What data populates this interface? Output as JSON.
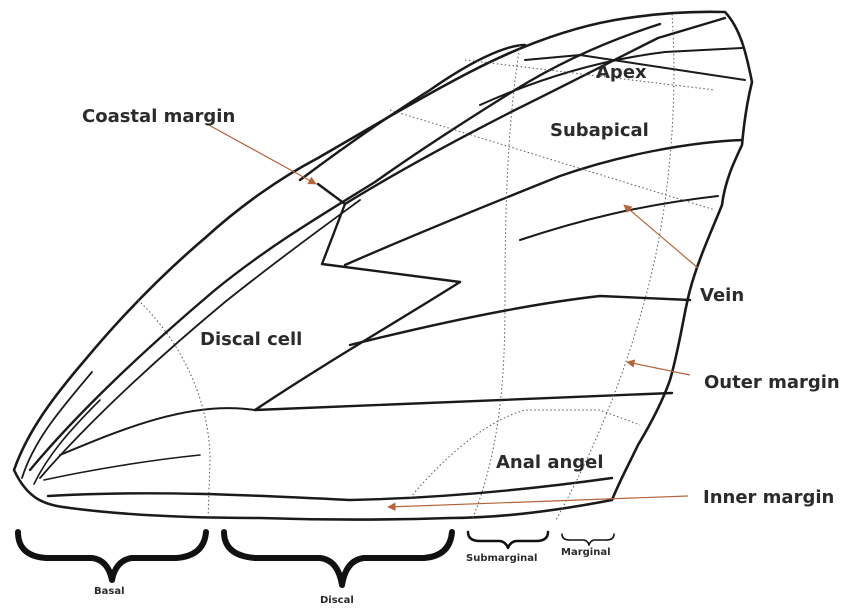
{
  "labels": {
    "coastal_margin": "Coastal margin",
    "apex": "Apex",
    "subapical": "Subapical",
    "vein": "Vein",
    "discal_cell": "Discal cell",
    "outer_margin": "Outer margin",
    "anal_angel": "Anal angel",
    "inner_margin": "Inner margin"
  },
  "zones": {
    "basal": "Basal",
    "discal": "Discal",
    "submarginal": "Submarginal",
    "marginal": "Marginal"
  },
  "colors": {
    "arrow": "#b5643b",
    "outline": "#1a1a1a",
    "text": "#2b2b2b"
  }
}
